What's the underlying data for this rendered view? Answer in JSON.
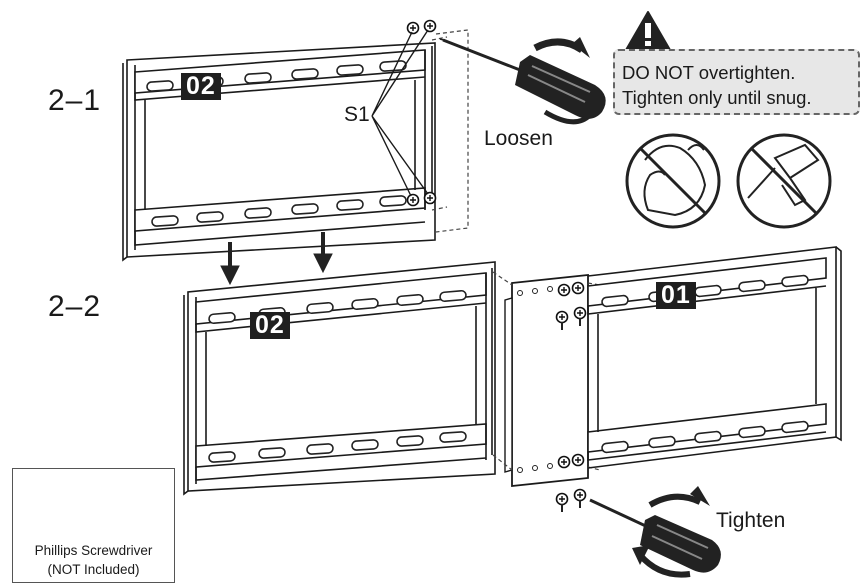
{
  "steps": {
    "first": "2–1",
    "second": "2–2"
  },
  "parts": {
    "frame_02": "02",
    "frame_01": "01",
    "screw": "S1"
  },
  "actions": {
    "loosen": "Loosen",
    "tighten": "Tighten"
  },
  "warning": {
    "line1": "DO NOT overtighten.",
    "line2": "Tighten only until snug.",
    "icons": [
      "warning-triangle-icon",
      "no-muscle-force-icon",
      "no-power-drill-icon"
    ]
  },
  "tool": {
    "line1": "Phillips Screwdriver",
    "line2": "(NOT Included)",
    "icon": "phillips-plus-icon"
  },
  "colors": {
    "badge": "#1f1f1f",
    "warning_bg": "#e7e7e7",
    "line": "#1a1a1a"
  }
}
